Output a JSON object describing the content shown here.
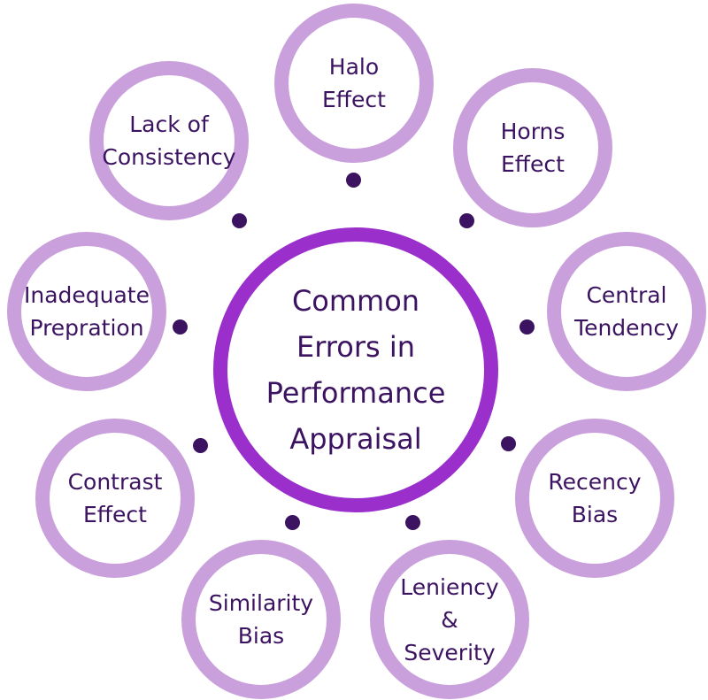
{
  "center": {
    "lines": [
      "Common",
      "Errors in",
      "Performance",
      "Appraisal"
    ]
  },
  "nodes": [
    {
      "id": "halo-effect",
      "lines": [
        "Halo",
        "Effect"
      ]
    },
    {
      "id": "horns-effect",
      "lines": [
        "Horns",
        "Effect"
      ]
    },
    {
      "id": "central-tendency",
      "lines": [
        "Central",
        "Tendency"
      ]
    },
    {
      "id": "recency-bias",
      "lines": [
        "Recency",
        "Bias"
      ]
    },
    {
      "id": "leniency-severity",
      "lines": [
        "Leniency",
        "&",
        "Severity"
      ]
    },
    {
      "id": "similarity-bias",
      "lines": [
        "Similarity",
        "Bias"
      ]
    },
    {
      "id": "contrast-effect",
      "lines": [
        "Contrast",
        "Effect"
      ]
    },
    {
      "id": "inadequate-prepration",
      "lines": [
        "Inadequate",
        "Prepration"
      ]
    },
    {
      "id": "lack-of-consistency",
      "lines": [
        "Lack of",
        "Consistency"
      ]
    }
  ],
  "colors": {
    "outer_ring": "#c9a0dc",
    "center_ring": "#9a2fcc",
    "text": "#3b1361",
    "connector_dot": "#3b1361"
  }
}
